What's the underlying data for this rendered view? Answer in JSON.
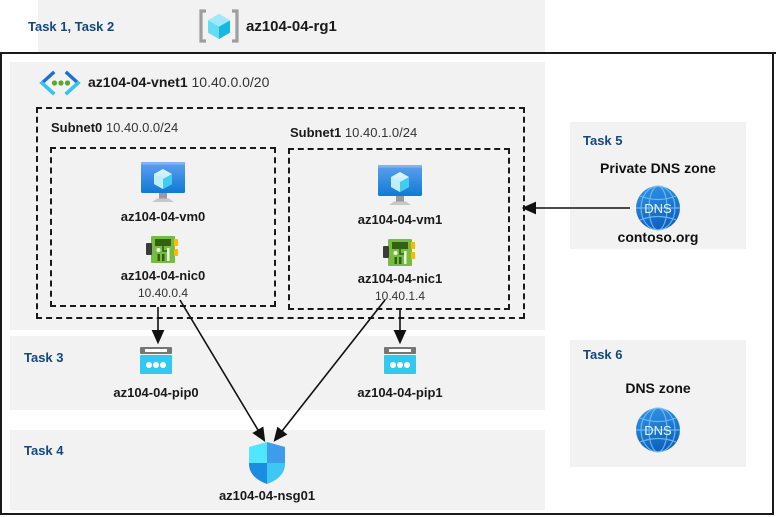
{
  "header": {
    "task_label": "Task 1, Task 2",
    "resource_group_icon": "resource-group-cube-icon",
    "resource_group_name": "az104-04-rg1"
  },
  "vnet": {
    "icon": "virtual-network-icon",
    "name": "az104-04-vnet1",
    "address_space": "10.40.0.0/20",
    "subnets": [
      {
        "label": "Subnet0",
        "cidr": "10.40.0.0/24",
        "vm": {
          "icon": "virtual-machine-icon",
          "name": "az104-04-vm0"
        },
        "nic": {
          "icon": "network-interface-icon",
          "name": "az104-04-nic0",
          "ip": "10.40.0.4"
        }
      },
      {
        "label": "Subnet1",
        "cidr": "10.40.1.0/24",
        "vm": {
          "icon": "virtual-machine-icon",
          "name": "az104-04-vm1"
        },
        "nic": {
          "icon": "network-interface-icon",
          "name": "az104-04-nic1",
          "ip": "10.40.1.4"
        }
      }
    ]
  },
  "task3": {
    "task_label": "Task 3",
    "public_ips": [
      {
        "icon": "public-ip-address-icon",
        "name": "az104-04-pip0"
      },
      {
        "icon": "public-ip-address-icon",
        "name": "az104-04-pip1"
      }
    ]
  },
  "task4": {
    "task_label": "Task 4",
    "nsg": {
      "icon": "network-security-group-shield-icon",
      "name": "az104-04-nsg01"
    }
  },
  "task5": {
    "task_label": "Task 5",
    "zone_title": "Private DNS zone",
    "icon": "dns-globe-icon",
    "zone_name": "contoso.org"
  },
  "task6": {
    "task_label": "Task 6",
    "zone_title": "DNS zone",
    "icon": "dns-globe-icon"
  },
  "colors": {
    "task_label": "#14477d",
    "panel_bg": "#f2f2f2",
    "border": "#1a1a1a",
    "azure_blue": "#0078d4",
    "cyan": "#32c8f0",
    "nic_green": "#5aa82a",
    "dns_blue": "#1b7fd4"
  }
}
